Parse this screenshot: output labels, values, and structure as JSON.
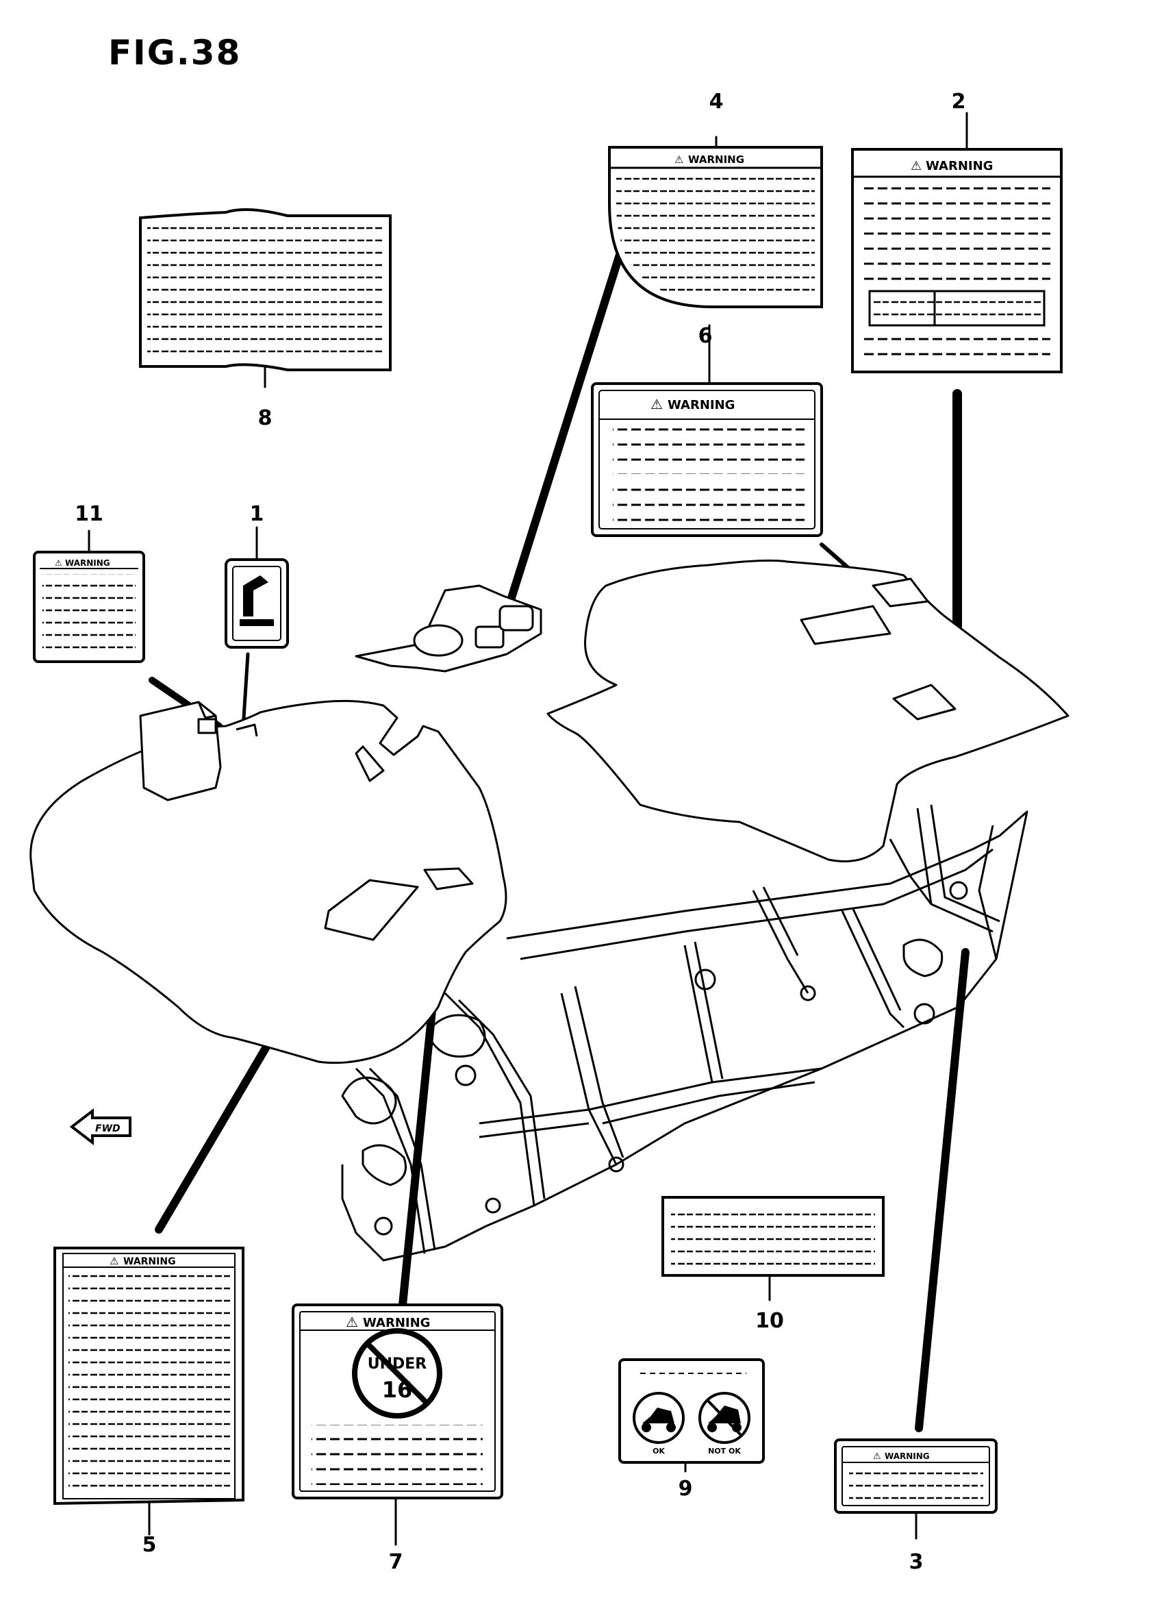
{
  "figure": {
    "title": "FIG.38"
  },
  "warning_text": "WARNING",
  "callouts": [
    "4",
    "2",
    "8",
    "6",
    "11",
    "1",
    "10",
    "9",
    "3",
    "5",
    "7"
  ],
  "age_label": {
    "line1": "UNDER",
    "line2": "16"
  },
  "pictogram_labels": [
    "OK",
    "NOT OK"
  ],
  "direction_badge": "FWD"
}
